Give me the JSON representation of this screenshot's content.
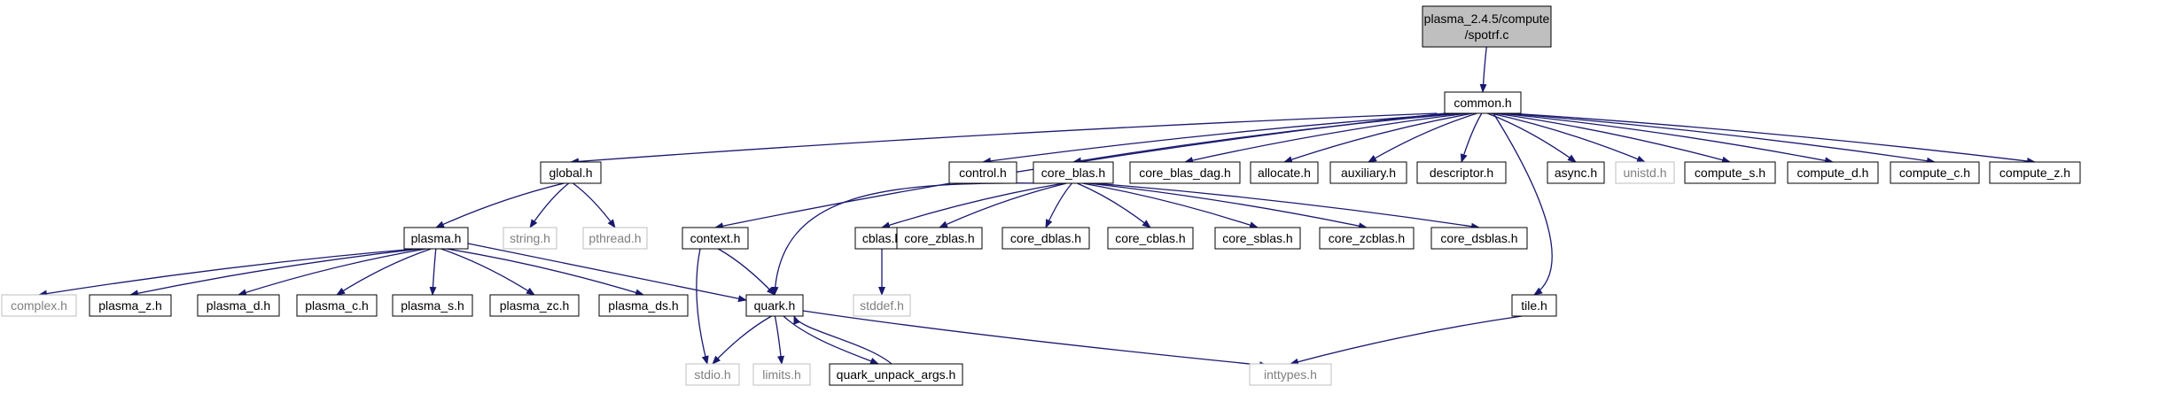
{
  "colors": {
    "edge": "#191970",
    "root_fill": "#bfbfbf",
    "node_fill": "#ffffff",
    "node_border": "#000000",
    "external_border": "#bfbfbf",
    "external_text": "#7f7f7f",
    "node_text": "#000000"
  },
  "nodes": [
    {
      "id": "spotrf",
      "lines": [
        "plasma_2.4.5/compute",
        "/spotrf.c"
      ],
      "kind": "root"
    },
    {
      "id": "common",
      "lines": [
        "common.h"
      ],
      "kind": "normal"
    },
    {
      "id": "global",
      "lines": [
        "global.h"
      ],
      "kind": "normal"
    },
    {
      "id": "context",
      "lines": [
        "context.h"
      ],
      "kind": "normal"
    },
    {
      "id": "control",
      "lines": [
        "control.h"
      ],
      "kind": "normal"
    },
    {
      "id": "core_blas",
      "lines": [
        "core_blas.h"
      ],
      "kind": "normal"
    },
    {
      "id": "core_blas_dag",
      "lines": [
        "core_blas_dag.h"
      ],
      "kind": "normal"
    },
    {
      "id": "allocate",
      "lines": [
        "allocate.h"
      ],
      "kind": "normal"
    },
    {
      "id": "auxiliary",
      "lines": [
        "auxiliary.h"
      ],
      "kind": "normal"
    },
    {
      "id": "descriptor",
      "lines": [
        "descriptor.h"
      ],
      "kind": "normal"
    },
    {
      "id": "tile",
      "lines": [
        "tile.h"
      ],
      "kind": "normal"
    },
    {
      "id": "async",
      "lines": [
        "async.h"
      ],
      "kind": "normal"
    },
    {
      "id": "unistd",
      "lines": [
        "unistd.h"
      ],
      "kind": "external"
    },
    {
      "id": "compute_s",
      "lines": [
        "compute_s.h"
      ],
      "kind": "normal"
    },
    {
      "id": "compute_d",
      "lines": [
        "compute_d.h"
      ],
      "kind": "normal"
    },
    {
      "id": "compute_c",
      "lines": [
        "compute_c.h"
      ],
      "kind": "normal"
    },
    {
      "id": "compute_z",
      "lines": [
        "compute_z.h"
      ],
      "kind": "normal"
    },
    {
      "id": "plasma",
      "lines": [
        "plasma.h"
      ],
      "kind": "normal"
    },
    {
      "id": "string",
      "lines": [
        "string.h"
      ],
      "kind": "external"
    },
    {
      "id": "pthread",
      "lines": [
        "pthread.h"
      ],
      "kind": "external"
    },
    {
      "id": "complex",
      "lines": [
        "complex.h"
      ],
      "kind": "external"
    },
    {
      "id": "plasma_z",
      "lines": [
        "plasma_z.h"
      ],
      "kind": "normal"
    },
    {
      "id": "plasma_d",
      "lines": [
        "plasma_d.h"
      ],
      "kind": "normal"
    },
    {
      "id": "plasma_c",
      "lines": [
        "plasma_c.h"
      ],
      "kind": "normal"
    },
    {
      "id": "plasma_s",
      "lines": [
        "plasma_s.h"
      ],
      "kind": "normal"
    },
    {
      "id": "plasma_zc",
      "lines": [
        "plasma_zc.h"
      ],
      "kind": "normal"
    },
    {
      "id": "plasma_ds",
      "lines": [
        "plasma_ds.h"
      ],
      "kind": "normal"
    },
    {
      "id": "quark",
      "lines": [
        "quark.h"
      ],
      "kind": "normal"
    },
    {
      "id": "stdio",
      "lines": [
        "stdio.h"
      ],
      "kind": "external"
    },
    {
      "id": "limits",
      "lines": [
        "limits.h"
      ],
      "kind": "external"
    },
    {
      "id": "quark_unpack_args",
      "lines": [
        "quark_unpack_args.h"
      ],
      "kind": "normal"
    },
    {
      "id": "inttypes",
      "lines": [
        "inttypes.h"
      ],
      "kind": "external"
    },
    {
      "id": "cblas",
      "lines": [
        "cblas.h"
      ],
      "kind": "normal"
    },
    {
      "id": "stddef",
      "lines": [
        "stddef.h"
      ],
      "kind": "external"
    },
    {
      "id": "core_zblas",
      "lines": [
        "core_zblas.h"
      ],
      "kind": "normal"
    },
    {
      "id": "core_dblas",
      "lines": [
        "core_dblas.h"
      ],
      "kind": "normal"
    },
    {
      "id": "core_cblas",
      "lines": [
        "core_cblas.h"
      ],
      "kind": "normal"
    },
    {
      "id": "core_sblas",
      "lines": [
        "core_sblas.h"
      ],
      "kind": "normal"
    },
    {
      "id": "core_zcblas",
      "lines": [
        "core_zcblas.h"
      ],
      "kind": "normal"
    },
    {
      "id": "core_dsblas",
      "lines": [
        "core_dsblas.h"
      ],
      "kind": "normal"
    }
  ],
  "edges": [
    [
      "spotrf",
      "common"
    ],
    [
      "common",
      "global"
    ],
    [
      "common",
      "context"
    ],
    [
      "common",
      "control"
    ],
    [
      "common",
      "core_blas"
    ],
    [
      "common",
      "core_blas_dag"
    ],
    [
      "common",
      "allocate"
    ],
    [
      "common",
      "auxiliary"
    ],
    [
      "common",
      "descriptor"
    ],
    [
      "common",
      "tile"
    ],
    [
      "common",
      "async"
    ],
    [
      "common",
      "unistd"
    ],
    [
      "common",
      "compute_s"
    ],
    [
      "common",
      "compute_d"
    ],
    [
      "common",
      "compute_c"
    ],
    [
      "common",
      "compute_z"
    ],
    [
      "global",
      "plasma"
    ],
    [
      "global",
      "string"
    ],
    [
      "global",
      "pthread"
    ],
    [
      "plasma",
      "complex"
    ],
    [
      "plasma",
      "plasma_z"
    ],
    [
      "plasma",
      "plasma_d"
    ],
    [
      "plasma",
      "plasma_c"
    ],
    [
      "plasma",
      "plasma_s"
    ],
    [
      "plasma",
      "plasma_zc"
    ],
    [
      "plasma",
      "plasma_ds"
    ],
    [
      "plasma",
      "quark"
    ],
    [
      "context",
      "stdio"
    ],
    [
      "context",
      "quark"
    ],
    [
      "quark",
      "stdio"
    ],
    [
      "quark",
      "limits"
    ],
    [
      "quark",
      "quark_unpack_args"
    ],
    [
      "quark",
      "inttypes"
    ],
    [
      "quark_unpack_args",
      "quark"
    ],
    [
      "core_blas",
      "quark"
    ],
    [
      "core_blas",
      "cblas"
    ],
    [
      "core_blas",
      "core_zblas"
    ],
    [
      "core_blas",
      "core_dblas"
    ],
    [
      "core_blas",
      "core_cblas"
    ],
    [
      "core_blas",
      "core_sblas"
    ],
    [
      "core_blas",
      "core_zcblas"
    ],
    [
      "core_blas",
      "core_dsblas"
    ],
    [
      "cblas",
      "stddef"
    ],
    [
      "tile",
      "inttypes"
    ]
  ]
}
